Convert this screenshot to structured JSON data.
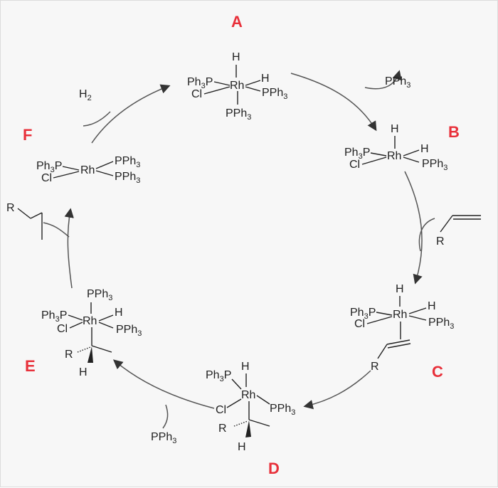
{
  "colors": {
    "label": "#e8303a",
    "ink": "#222222",
    "arrow": "#555555"
  },
  "labels": {
    "A": "A",
    "B": "B",
    "C": "C",
    "D": "D",
    "E": "E",
    "F": "F"
  },
  "atoms": {
    "H": "H",
    "Rh": "Rh",
    "Cl": "Cl",
    "R": "R",
    "Ph": "Ph",
    "P": "P",
    "sub3": "3",
    "PPh3_main": "PPh",
    "Ph3P_main": "Ph"
  },
  "reagents": {
    "h2": "H",
    "h2_sub": "2",
    "pph3": "PPh",
    "pph3_sub": "3",
    "alkene_R": "R",
    "product_R": "R"
  }
}
